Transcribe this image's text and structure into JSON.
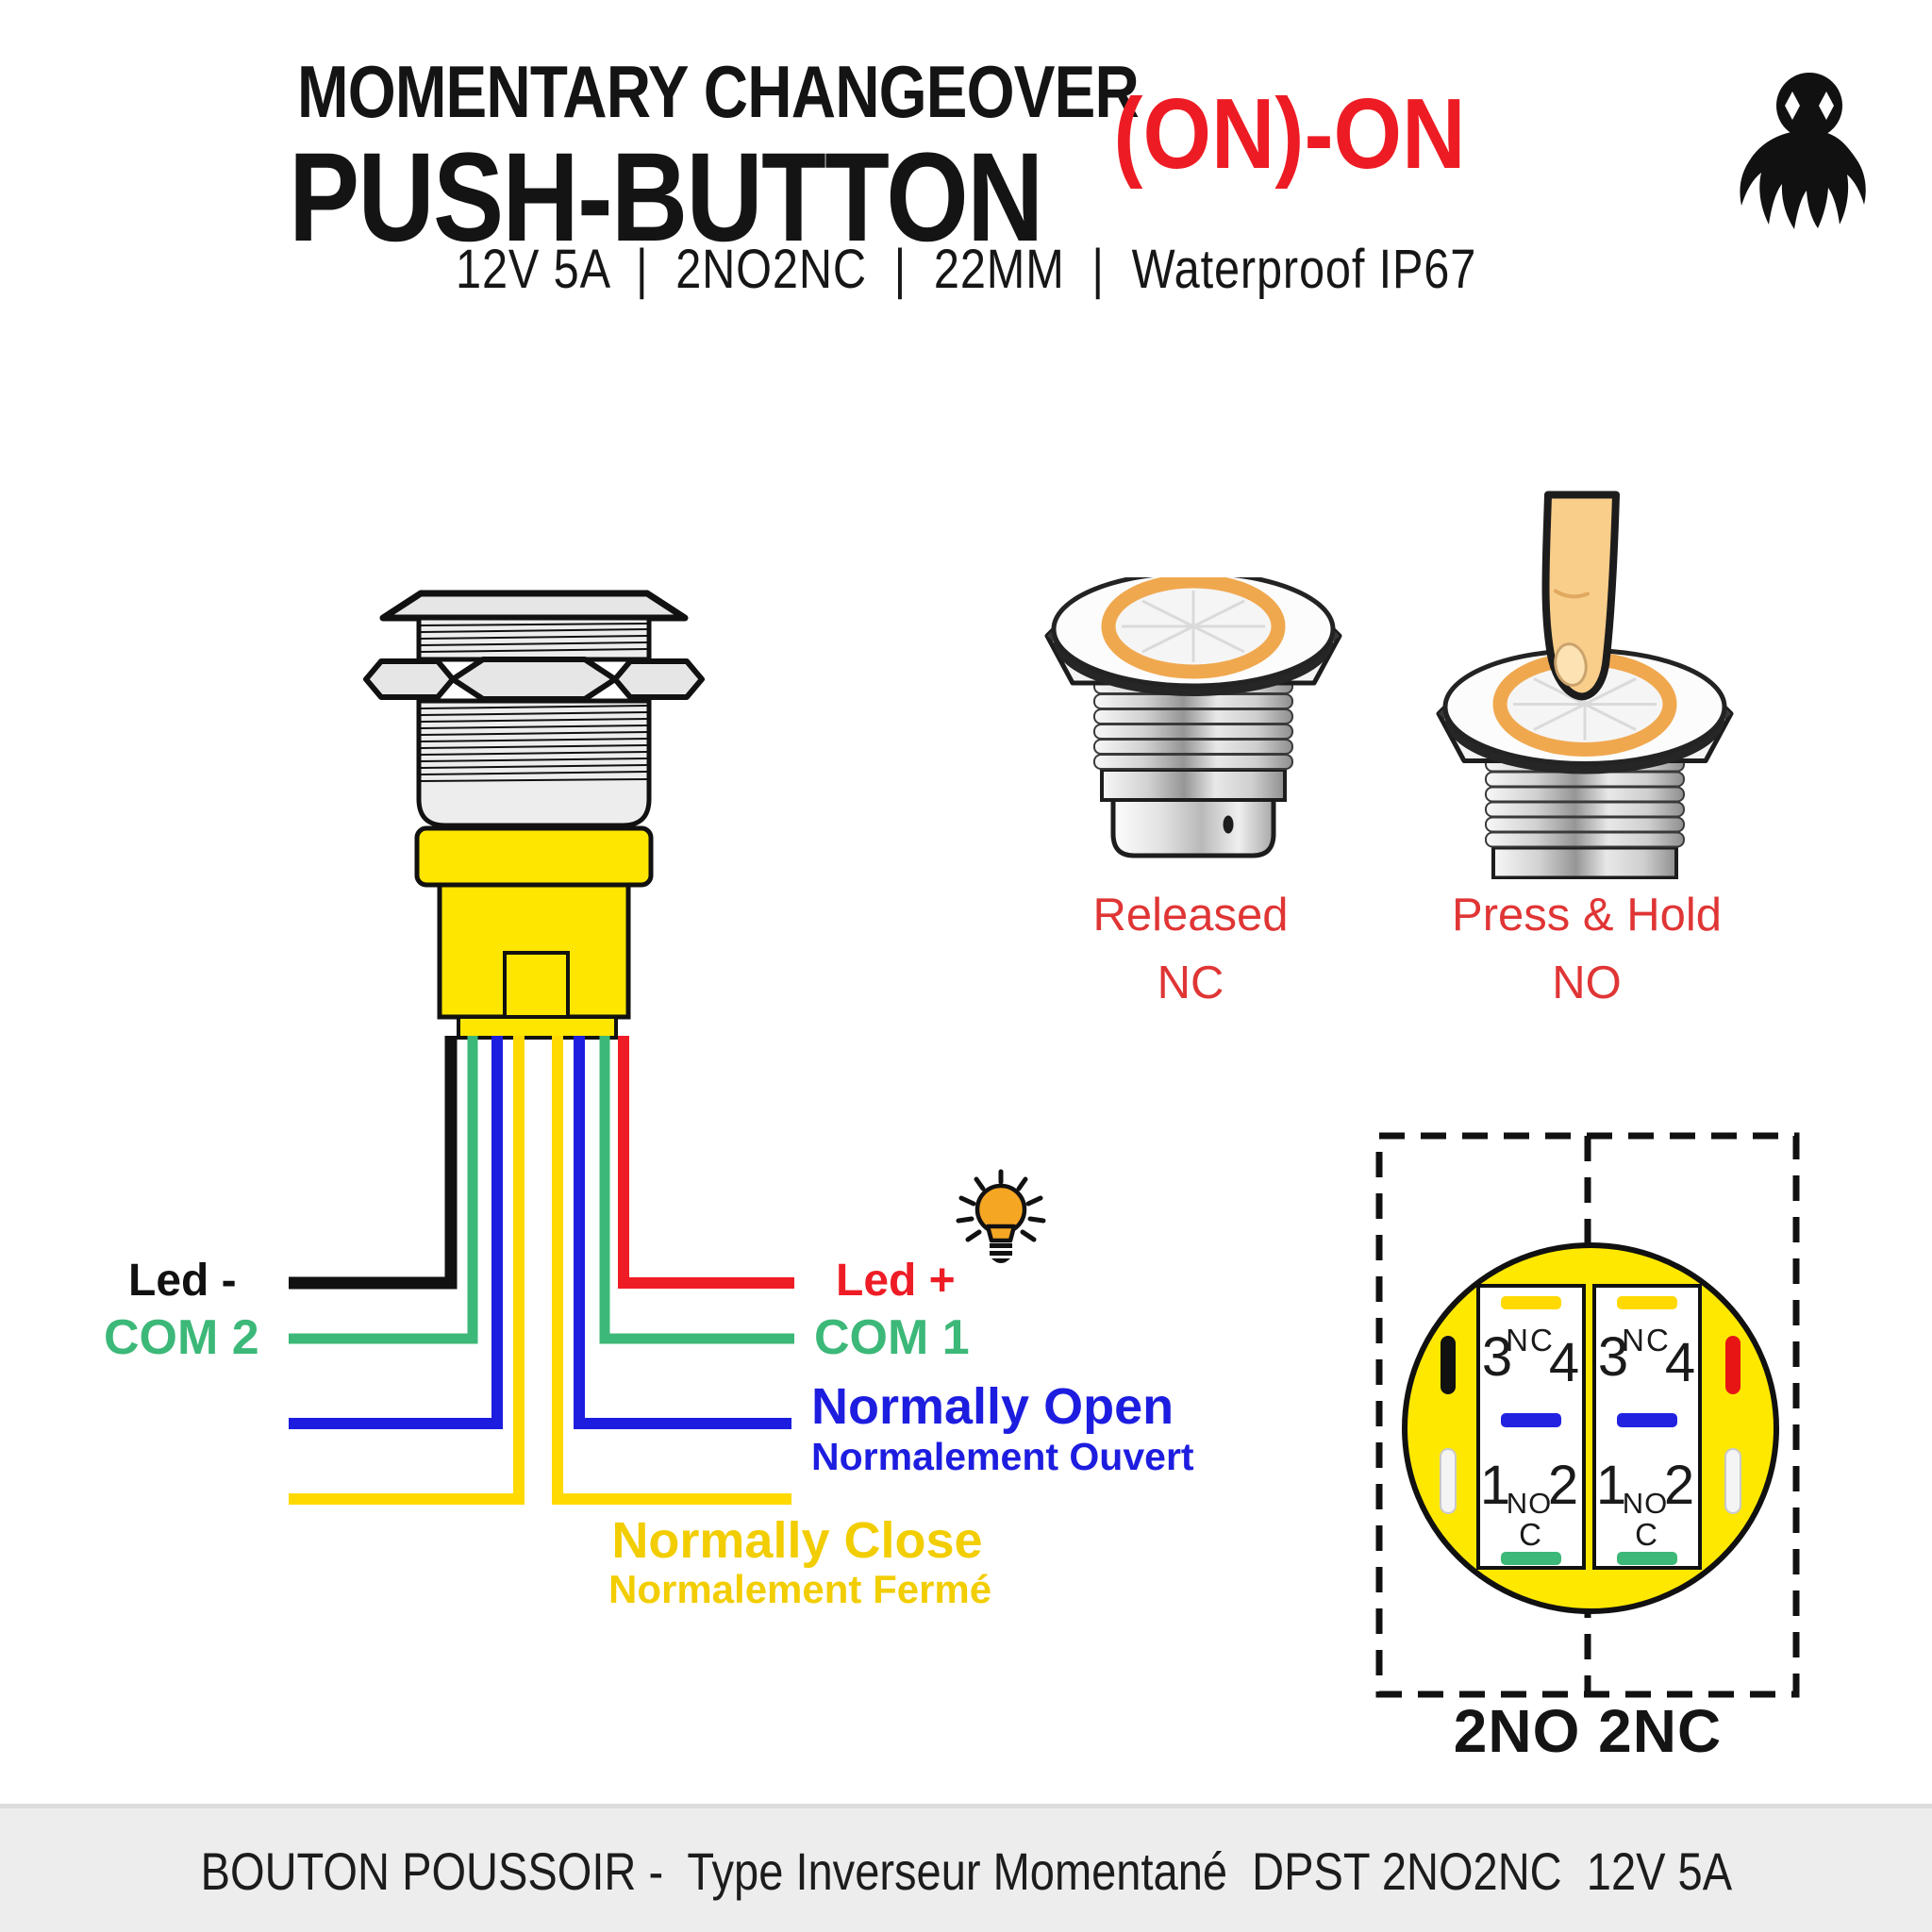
{
  "header": {
    "title_line1": "MOMENTARY CHANGEOVER",
    "title_line2": "PUSH-BUTTON",
    "switch_action": "(ON)-ON",
    "specs": "12V 5A  |  2NO2NC  |  22MM  |  Waterproof IP67",
    "logo_icon": "spider-logo"
  },
  "wiring": {
    "led_minus_label": "Led -",
    "led_plus_label": "Led +",
    "led_plus_icon": "lightbulb-icon",
    "com2_label": "COM 2",
    "com1_label": "COM 1",
    "normally_open_en": "Normally Open",
    "normally_open_fr": "Normalement Ouvert",
    "normally_close_en": "Normally Close",
    "normally_close_fr": "Normalement Fermé"
  },
  "states": {
    "released_title": "Released",
    "released_contact": "NC",
    "pressed_title": "Press & Hold",
    "pressed_contact": "NO"
  },
  "pinout": {
    "caption": "2NO 2NC",
    "terminal_3": "3",
    "terminal_4": "4",
    "terminal_1": "1",
    "terminal_2": "2",
    "nc_label": "NC",
    "no_label": "NO",
    "common_label": "C"
  },
  "footer": {
    "text": "BOUTON POUSSOIR -  Type Inverseur Momentané  DPST 2NO2NC  12V 5A"
  },
  "colors": {
    "accent_red": "#ed1c24",
    "state_red": "#e03535",
    "wire_black": "#111111",
    "wire_red": "#ee1c25",
    "wire_green": "#3cb878",
    "wire_blue": "#1d1de0",
    "wire_yellow": "#ffd900",
    "body_yellow": "#ffe600",
    "pin_circle_yellow": "#ffe800",
    "led_ring_orange": "#f0a84f",
    "bulb_orange": "#f5a623",
    "metal_gray": "#ededed",
    "footer_bg": "#ededed"
  }
}
